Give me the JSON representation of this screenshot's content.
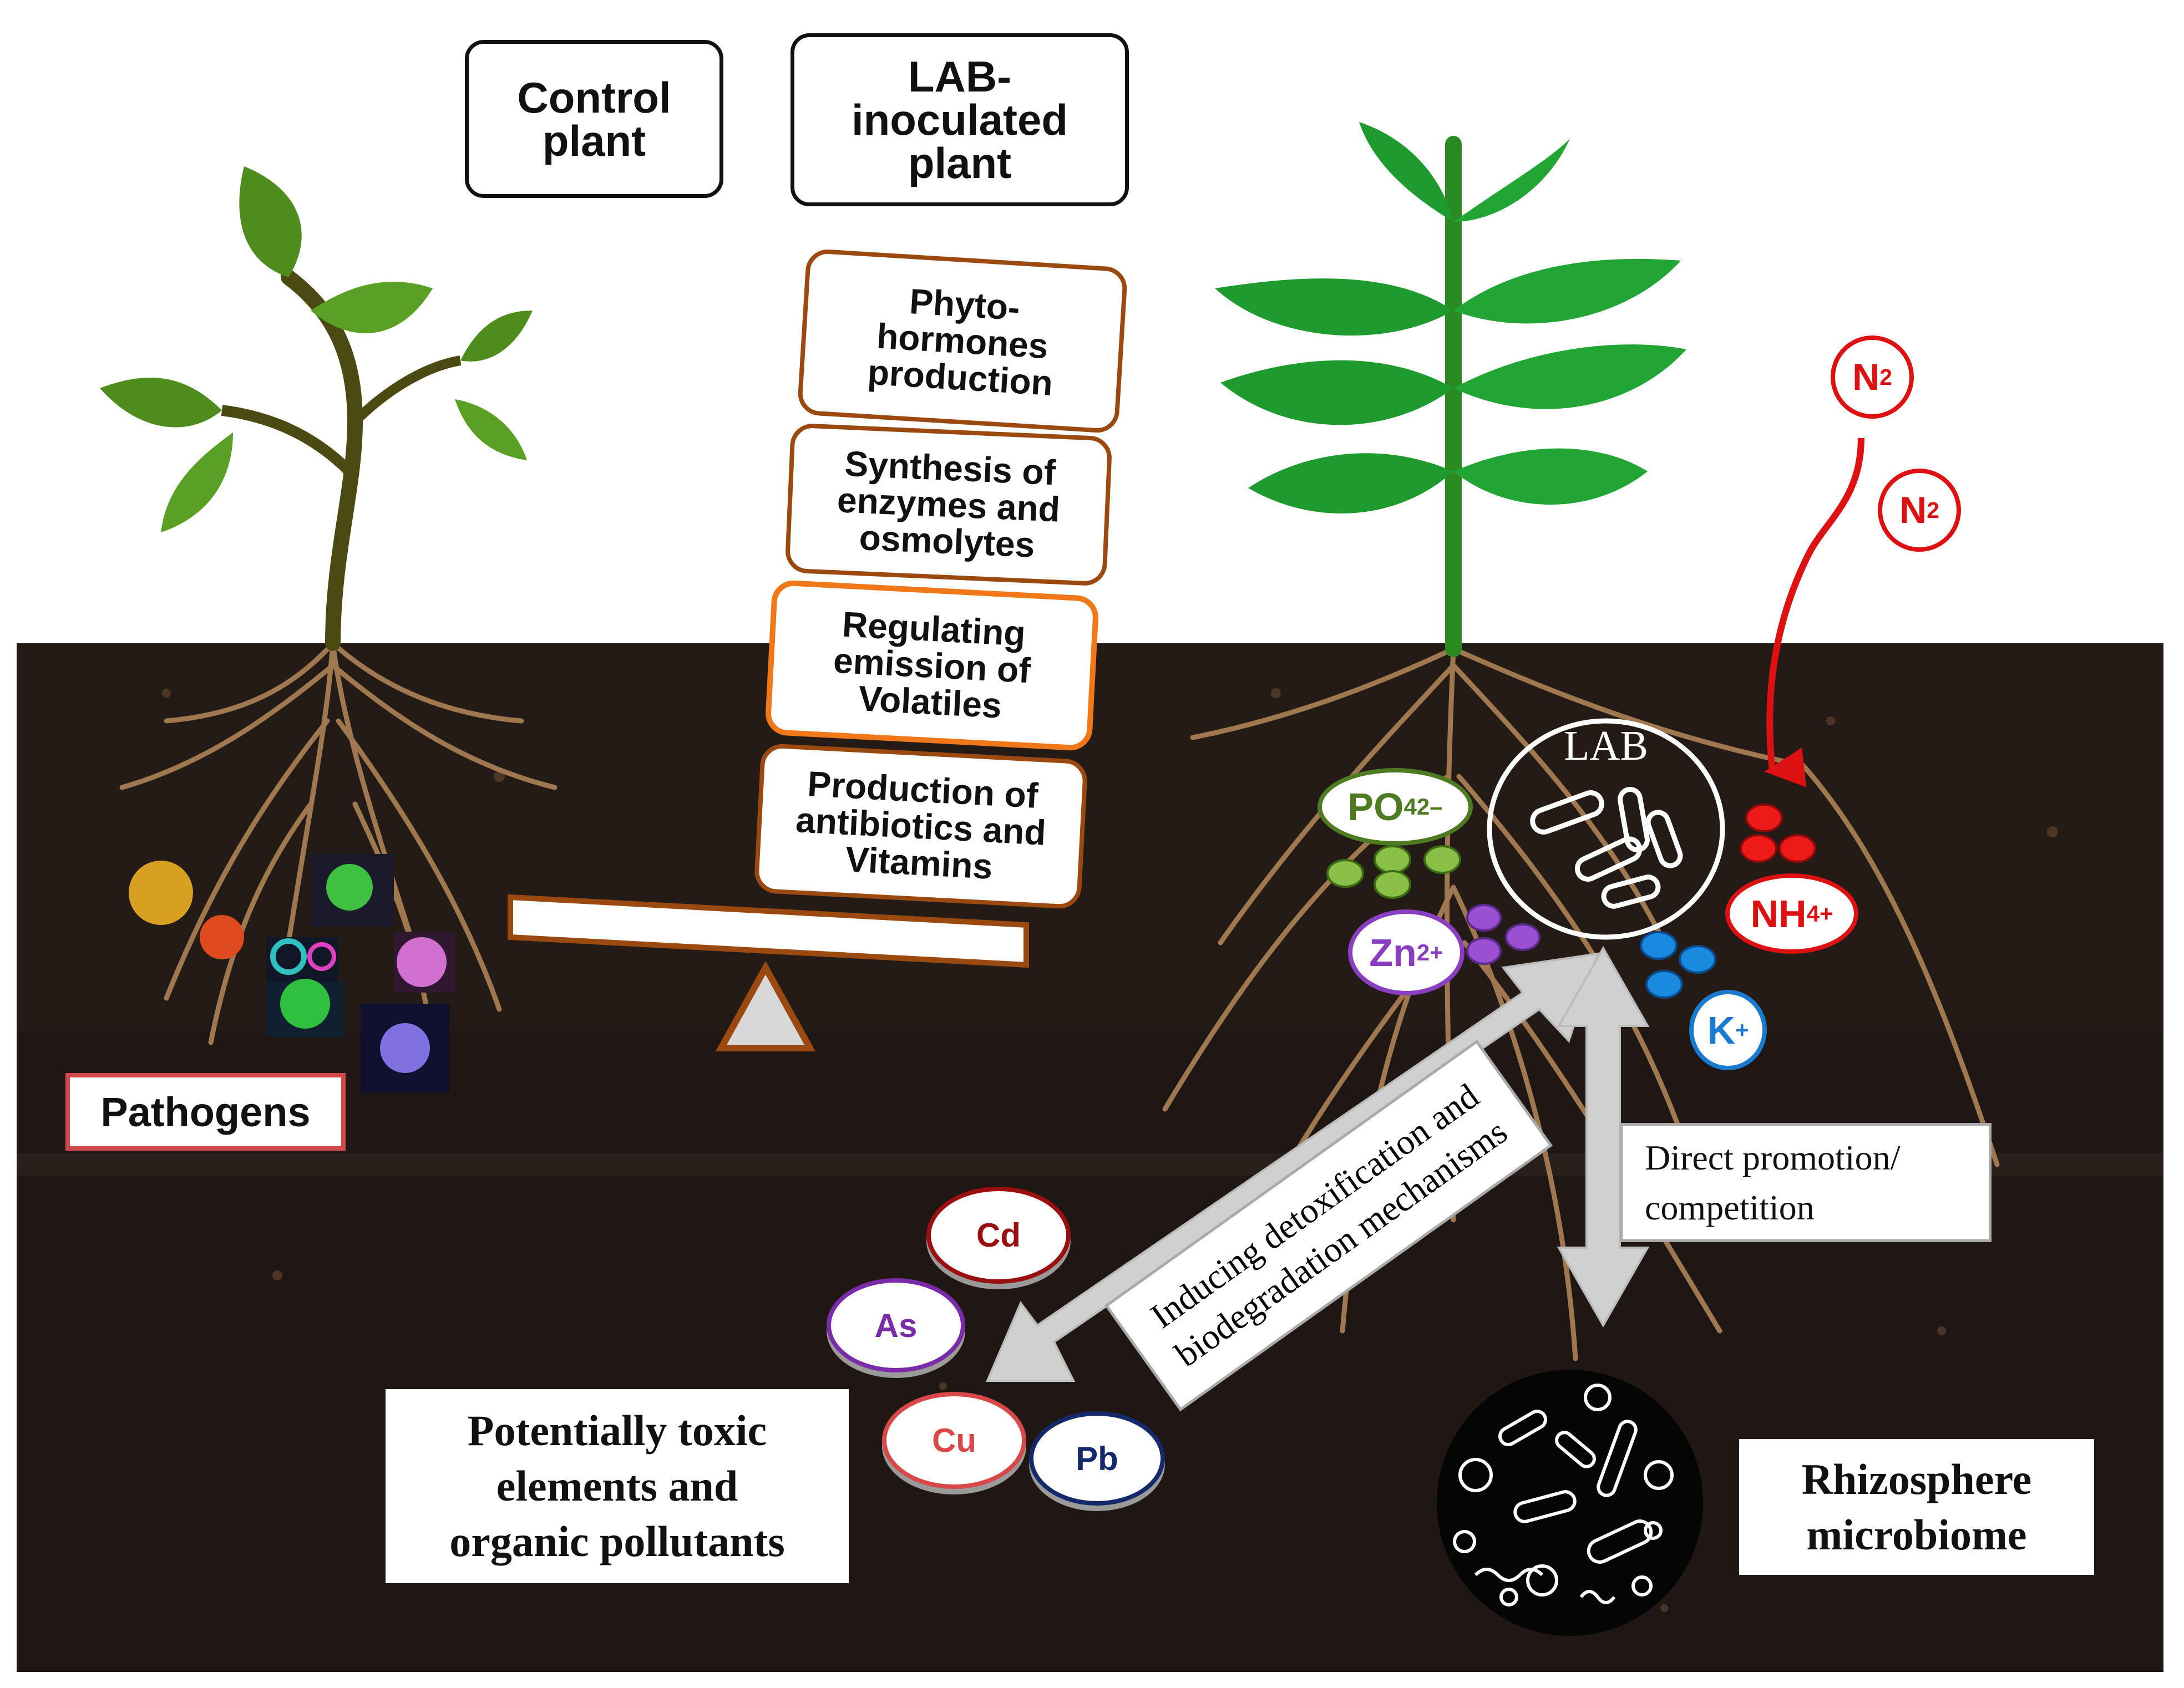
{
  "header": {
    "control_label": "Control\nplant",
    "lab_label": "LAB-\ninoculated\nplant"
  },
  "mechanisms": [
    "Phyto-\nhormones\nproduction",
    "Synthesis of\nenzymes and\nosmolytes",
    "Regulating\nemission of\nVolatiles",
    "Production of\nantibiotics and\nVitamins"
  ],
  "pathogens_label": "Pathogens",
  "lab_circle_label": "LAB",
  "nutrients": {
    "phosphate": {
      "base": "PO",
      "sub": "4",
      "sup": "2–"
    },
    "zinc": {
      "base": "Zn",
      "sup": "2+"
    },
    "ammonium": {
      "base": "NH",
      "sub": "4",
      "sup": "+"
    },
    "potassium": {
      "base": "K",
      "sup": "+"
    },
    "nitrogen_1": {
      "base": "N",
      "sub": "2"
    },
    "nitrogen_2": {
      "base": "N",
      "sub": "2"
    }
  },
  "metals": {
    "cd": "Cd",
    "as": "As",
    "cu": "Cu",
    "pb": "Pb"
  },
  "detox_label_line1": "Inducing detoxification and",
  "detox_label_line2": "biodegradation mechanisms",
  "direct_label": "Direct promotion/\ncompetition",
  "pollutants_label": "Potentially toxic\nelements and\norganic pollutants",
  "microbiome_label": "Rhizosphere\nmicrobiome",
  "colors": {
    "soil": "#1e1714",
    "leaf_dark": "#4f8c1e",
    "leaf_bright": "#1f9a2e",
    "stem_dark": "#4a4a12",
    "stem_bright": "#2a8a22",
    "mech_border_dark": "#9a4a10",
    "mech_border_orange": "#f07818",
    "nitrogen_red": "#dd1111",
    "phosphate_green": "#4e7a22",
    "zinc_purple": "#8a3fc0",
    "potassium_blue": "#1a7ad0",
    "cd_red": "#9a1010",
    "as_purple": "#7a2ca8",
    "cu_red": "#d84848",
    "pb_navy": "#14286a",
    "pathogen_border": "#d04a4a"
  }
}
